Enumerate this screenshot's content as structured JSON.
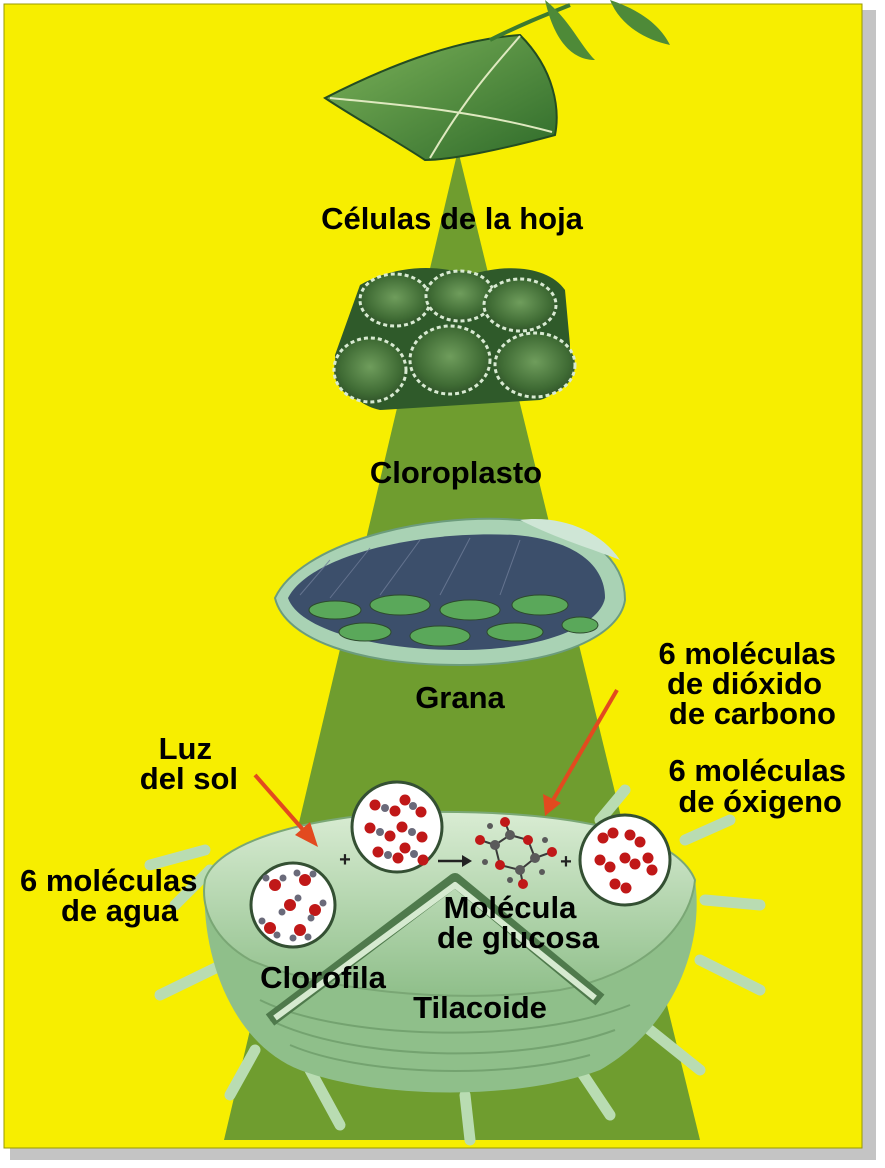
{
  "colors": {
    "background": "#f7ee00",
    "cone": "#6f9d2f",
    "leaf": "#4e8a38",
    "arrow": "#e24a1f",
    "membrane": "#b8d9b0",
    "atom_red": "#c01818",
    "atom_gray": "#6a6a7a"
  },
  "labels": {
    "leaf_cells": "Células de la hoja",
    "chloroplast": "Cloroplasto",
    "grana": "Grana",
    "co2": [
      "6 moléculas",
      "de dióxido",
      "de carbono"
    ],
    "sunlight": [
      "Luz",
      "del sol"
    ],
    "oxygen": [
      "6 moléculas",
      "de óxigeno"
    ],
    "water": [
      "6 moléculas",
      "de agua"
    ],
    "glucose": [
      "Molécula",
      "de glucosa"
    ],
    "chlorophyll": "Clorofila",
    "thylakoid": "Tilacoide"
  },
  "symbols": {
    "plus": "+",
    "arrow": "→"
  },
  "icons": [
    "leaf-icon",
    "leaf-cells-icon",
    "chloroplast-icon",
    "thylakoid-icon",
    "water-molecules-icon",
    "co2-molecules-icon",
    "glucose-molecule-icon",
    "oxygen-molecules-icon"
  ]
}
